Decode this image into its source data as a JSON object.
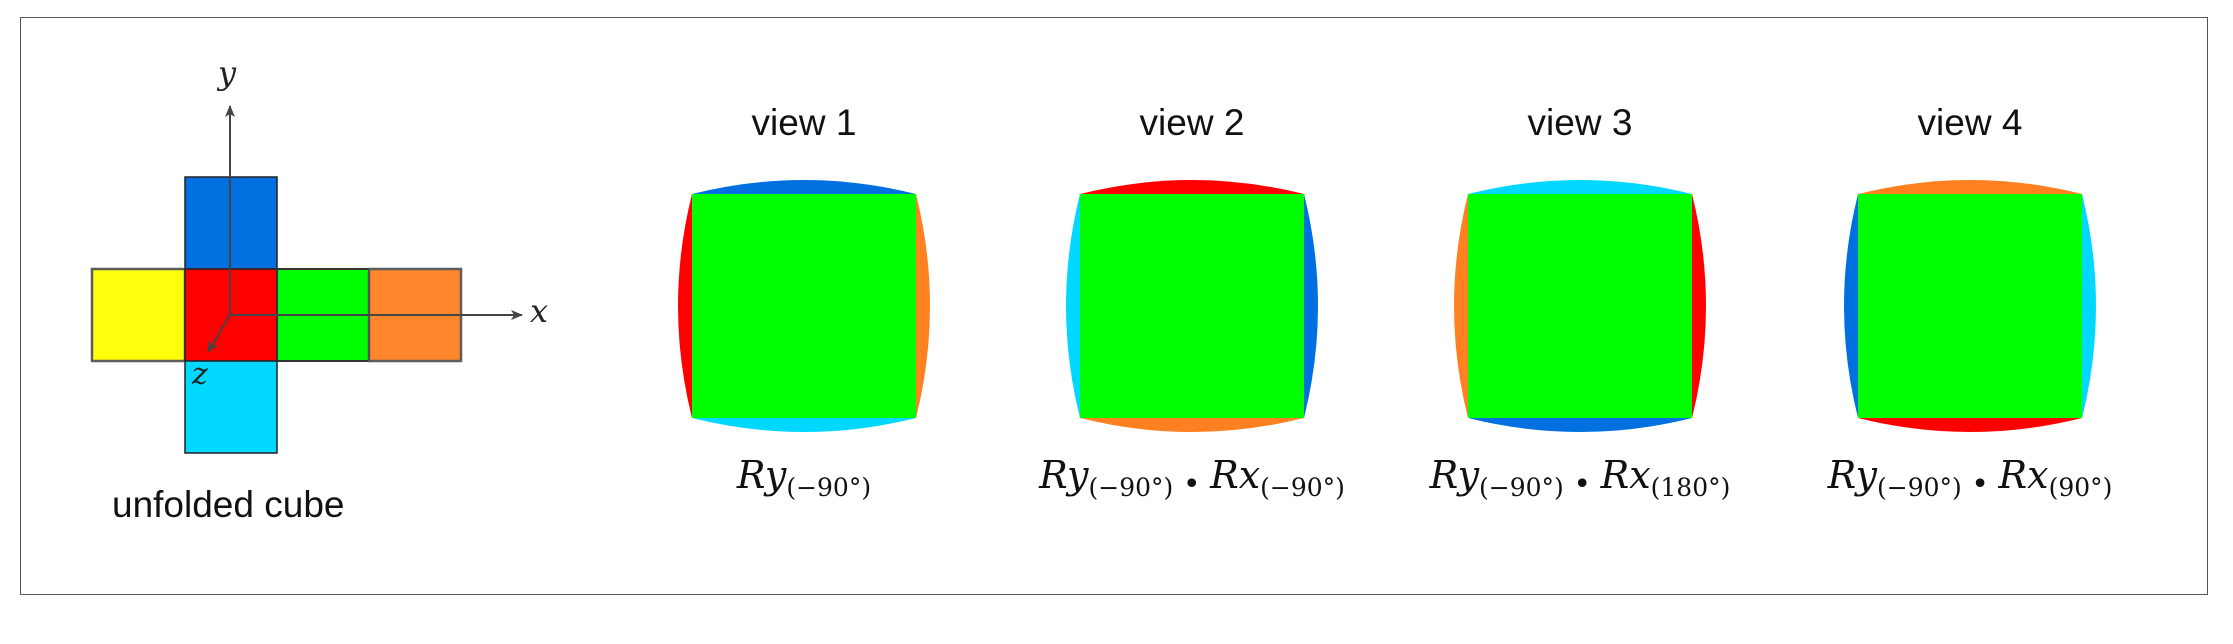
{
  "unfolded": {
    "caption": "unfolded cube",
    "axis_x": "x",
    "axis_y": "y",
    "axis_z": "z"
  },
  "colors": {
    "yellow": "#ffff00",
    "red": "#ff0000",
    "green": "#00ff00",
    "orange": "#ff8020",
    "blue": "#0070e0",
    "cyan": "#00d8ff"
  },
  "views": [
    {
      "title": "view 1",
      "formula": {
        "a": "Ry",
        "a_sub": "(−90°)",
        "b": "",
        "b_sub": ""
      },
      "edges": {
        "top": "blue",
        "bottom": "cyan",
        "left": "red",
        "right": "orange"
      }
    },
    {
      "title": "view 2",
      "formula": {
        "a": "Ry",
        "a_sub": "(−90°)",
        "b": "Rx",
        "b_sub": "(−90°)"
      },
      "edges": {
        "top": "red",
        "bottom": "orange",
        "left": "cyan",
        "right": "blue"
      }
    },
    {
      "title": "view 3",
      "formula": {
        "a": "Ry",
        "a_sub": "(−90°)",
        "b": "Rx",
        "b_sub": "(180°)"
      },
      "edges": {
        "top": "cyan",
        "bottom": "blue",
        "left": "orange",
        "right": "red"
      }
    },
    {
      "title": "view 4",
      "formula": {
        "a": "Ry",
        "a_sub": "(−90°)",
        "b": "Rx",
        "b_sub": "(90°)"
      },
      "edges": {
        "top": "orange",
        "bottom": "red",
        "left": "blue",
        "right": "cyan"
      }
    }
  ]
}
